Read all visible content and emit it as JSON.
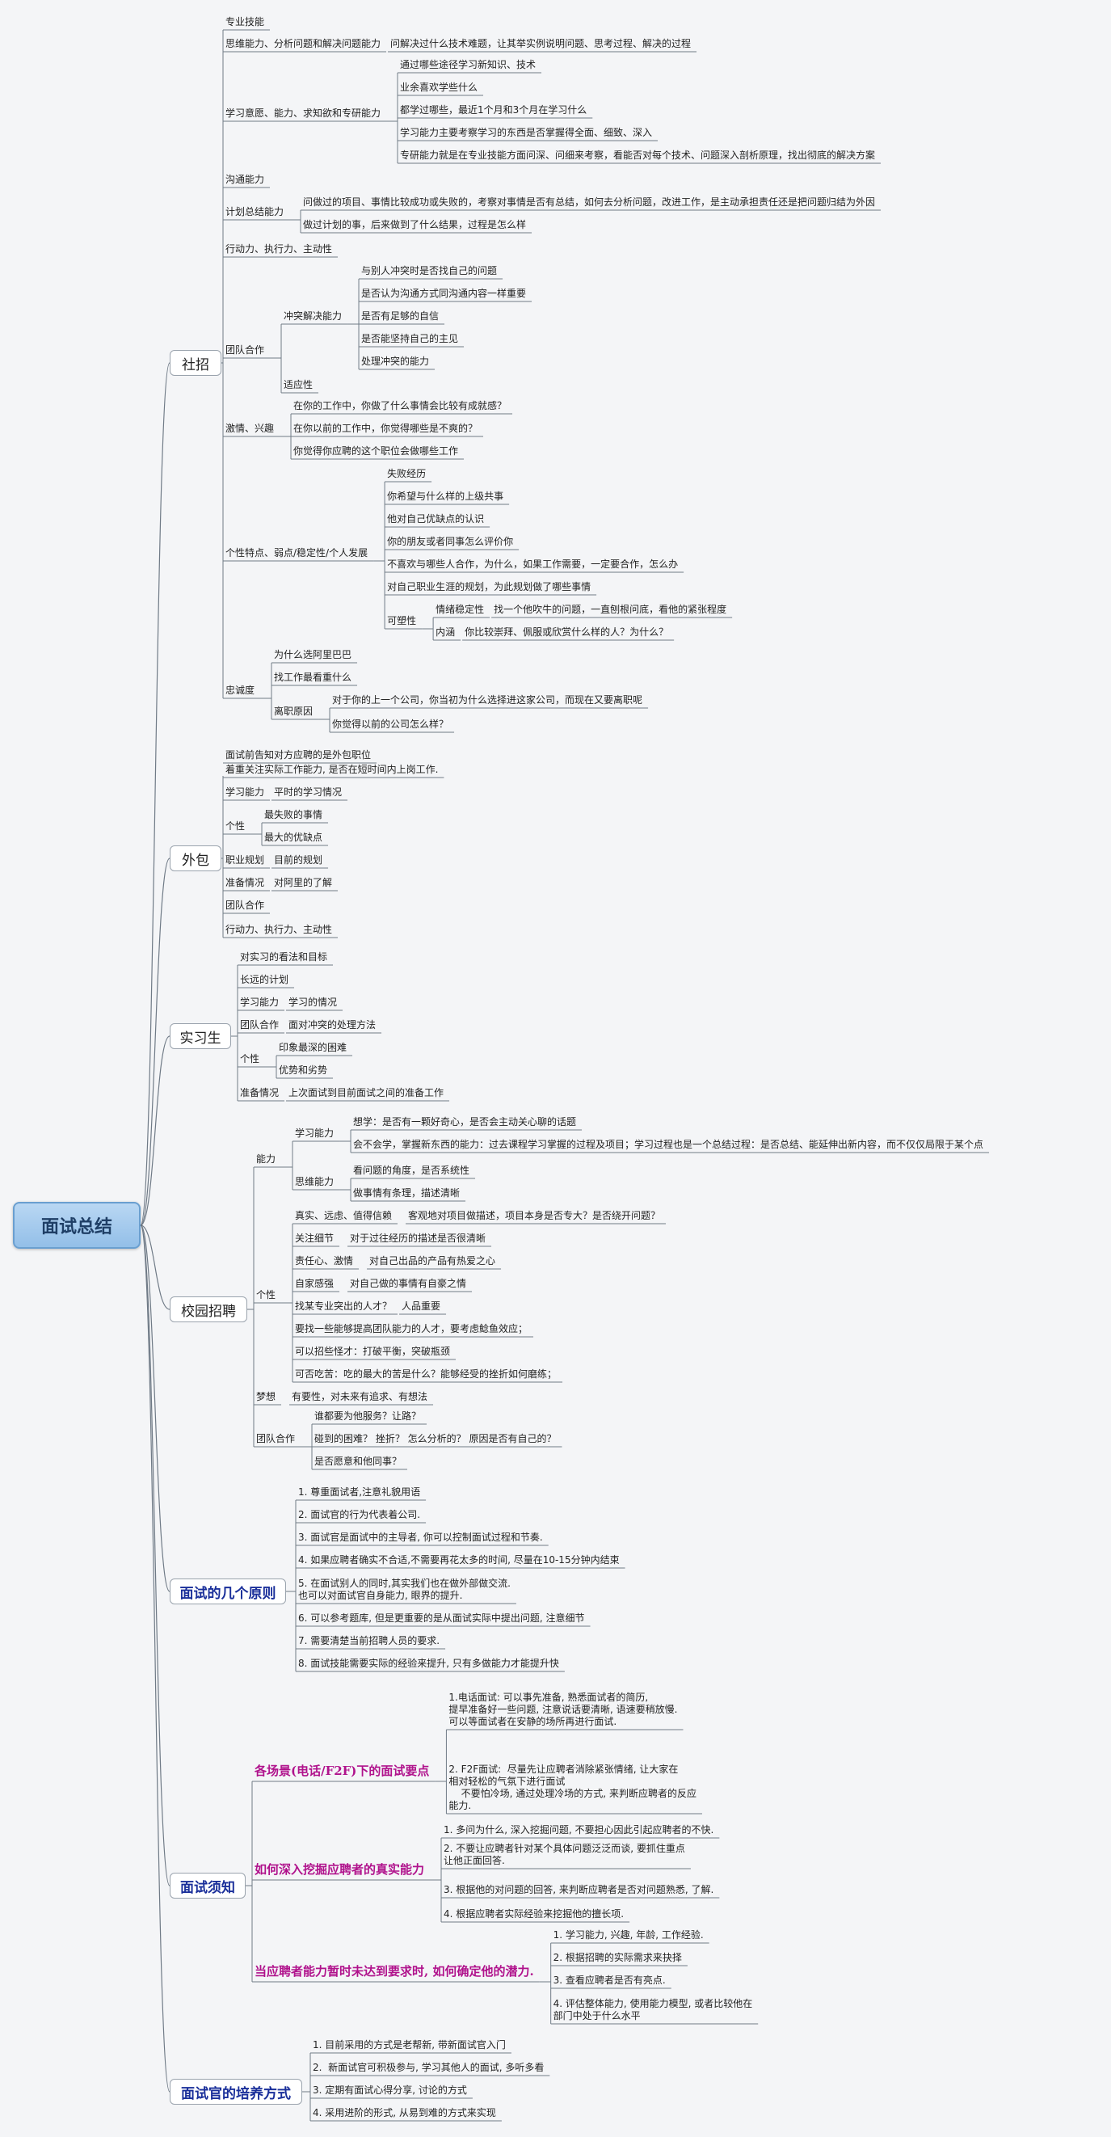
{
  "root": "面试总结",
  "branches": {
    "social": "社招",
    "outsource": "外包",
    "intern": "实习生",
    "campus": "校园招聘",
    "principles": "面试的几个原则",
    "notes": "面试须知",
    "training": "面试官的培养方式"
  },
  "social": {
    "tech": "专业技能",
    "thinking": "思维能力、分析问题和解决问题能力",
    "thinking_d": "问解决过什么技术难题，让其举实例说明问题、思考过程、解决的过程",
    "learning": "学习意愿、能力、求知欲和专研能力",
    "learning_items": [
      "通过哪些途径学习新知识、技术",
      "业余喜欢学些什么",
      "都学过哪些，最近1个月和3个月在学习什么",
      "学习能力主要考察学习的东西是否掌握得全面、细致、深入",
      "专研能力就是在专业技能方面问深、问细来考察，看能否对每个技术、问题深入剖析原理，找出彻底的解决方案"
    ],
    "comm": "沟通能力",
    "plan": "计划总结能力",
    "plan_items": [
      "问做过的项目、事情比较成功或失败的，考察对事情是否有总结，如何去分析问题，改进工作，是主动承担责任还是把问题归结为外因",
      "做过计划的事，后来做到了什么结果，过程是怎么样"
    ],
    "action": "行动力、执行力、主动性",
    "team": "团队合作",
    "conflict": "冲突解决能力",
    "conflict_items": [
      "与别人冲突时是否找自己的问题",
      "是否认为沟通方式同沟通内容一样重要",
      "是否有足够的自信",
      "是否能坚持自己的主见",
      "处理冲突的能力"
    ],
    "adapt": "适应性",
    "passion": "激情、兴趣",
    "passion_items": [
      "在你的工作中，你做了什么事情会比较有成就感？",
      "在你以前的工作中，你觉得哪些是不爽的？",
      "你觉得你应聘的这个职位会做哪些工作"
    ],
    "personality": "个性特点、弱点/稳定性/个人发展",
    "personality_items": [
      "失败经历",
      "你希望与什么样的上级共事",
      "他对自己优缺点的认识",
      "你的朋友或者同事怎么评价你",
      "不喜欢与哪些人合作，为什么，如果工作需要，一定要合作，怎么办",
      "对自己职业生涯的规划，为此规划做了哪些事情"
    ],
    "plastic": "可塑性",
    "emotion": "情绪稳定性",
    "emotion_d": "找一个他吹牛的问题，一直刨根问底，看他的紧张程度",
    "inner": "内涵",
    "inner_d": "你比较崇拜、佩服或欣赏什么样的人？为什么？",
    "loyalty": "忠诚度",
    "loyalty_items": [
      "为什么选阿里巴巴",
      "找工作最看重什么"
    ],
    "leave": "离职原因",
    "leave_items": [
      "对于你的上一个公司，你当初为什么选择进这家公司，而现在又要离职呢",
      "你觉得以前的公司怎么样？"
    ]
  },
  "outsource": {
    "intro1": "面试前告知对方应聘的是外包职位",
    "intro2": "着重关注实际工作能力, 是否在短时间内上岗工作.",
    "learning": "学习能力",
    "learning_d": "平时的学习情况",
    "personal": "个性",
    "personal_items": [
      "最失败的事情",
      "最大的优缺点"
    ],
    "career": "职业规划",
    "career_d": "目前的规划",
    "prep": "准备情况",
    "prep_d": "对阿里的了解",
    "team": "团队合作",
    "action": "行动力、执行力、主动性"
  },
  "intern": {
    "view": "对实习的看法和目标",
    "longplan": "长远的计划",
    "learning": "学习能力",
    "learning_d": "学习的情况",
    "team": "团队合作",
    "team_d": "面对冲突的处理方法",
    "personal": "个性",
    "personal_items": [
      "印象最深的困难",
      "优势和劣势"
    ],
    "prep": "准备情况",
    "prep_d": "上次面试到目前面试之间的准备工作"
  },
  "campus": {
    "ability": "能力",
    "learning": "学习能力",
    "learning_items": [
      "想学：是否有一颗好奇心，是否会主动关心聊的话题",
      "会不会学，掌握新东西的能力：过去课程学习掌握的过程及项目；学习过程也是一个总结过程：是否总结、能延伸出新内容，而不仅仅局限于某个点"
    ],
    "thinking": "思维能力",
    "thinking_items": [
      "看问题的角度，是否系统性",
      "做事情有条理，描述清晰"
    ],
    "personal": "个性",
    "real": "真实、远虑、值得信赖",
    "real_d": "客观地对项目做描述，项目本身是否专大？是否绕开问题？",
    "detail": "关注细节",
    "detail_d": "对于过往经历的描述是否很清晰",
    "resp": "责任心、激情",
    "resp_d": "对自己出品的产品有热爱之心",
    "self": "自家感强",
    "self_d": "对自己做的事情有自豪之情",
    "special": "找某专业突出的人才？",
    "special_d": "人品重要",
    "others": [
      "要找一些能够提高团队能力的人才，要考虑鲶鱼效应；",
      "可以招些怪才：打破平衡，突破瓶颈",
      "可否吃苦：吃的最大的苦是什么？能够经受的挫折如何磨练；"
    ],
    "dream": "梦想",
    "dream_d": "有要性，对未来有追求、有想法",
    "team": "团队合作",
    "team_items": [
      "谁都要为他服务？让路？",
      "碰到的困难？ 挫折？ 怎么分析的？ 原因是否有自己的？",
      "是否愿意和他同事？"
    ]
  },
  "principles": {
    "items": [
      "1. 尊重面试者,注意礼貌用语",
      "2. 面试官的行为代表着公司.",
      "3. 面试官是面试中的主导者, 你可以控制面试过程和节奏.",
      "4. 如果应聘者确实不合适,不需要再花太多的时间, 尽量在10-15分钟内结束",
      "5. 在面试别人的同时,其实我们也在做外部做交流.\n也可以对面试官自身能力, 眼界的提升.",
      "6. 可以参考题库, 但是更重要的是从面试实际中提出问题, 注意细节",
      "7. 需要清楚当前招聘人员的要求.",
      "8. 面试技能需要实际的经验来提升, 只有多做能力才能提升快"
    ]
  },
  "notes": {
    "scenario": "各场景(电话/F2F)下的面试要点",
    "scenario_items": [
      "1.电话面试: 可以事先准备, 熟悉面试者的简历,\n提早准备好一些问题, 注意说话要清晰, 语速要稍放慢.\n可以等面试者在安静的场所再进行面试.",
      "2. F2F面试:  尽量先让应聘者消除紧张情绪, 让大家在\n相对轻松的气氛下进行面试\n    不要怕冷场, 通过处理冷场的方式, 来判断应聘者的反应\n能力."
    ],
    "dig": "如何深入挖掘应聘者的真实能力",
    "dig_items": [
      "1. 多问为什么, 深入挖掘问题, 不要担心因此引起应聘者的不快.",
      "2. 不要让应聘者针对某个具体问题泛泛而谈, 要抓住重点\n让他正面回答.",
      "3. 根据他的对问题的回答, 来判断应聘者是否对问题熟悉, 了解.",
      "4. 根据应聘者实际经验来挖掘他的擅长项."
    ],
    "potential": "当应聘者能力暂时未达到要求时, 如何确定他的潜力.",
    "potential_items": [
      "1. 学习能力, 兴趣, 年龄, 工作经验.",
      "2. 根据招聘的实际需求来抉择",
      "3. 查看应聘者是否有亮点.",
      "4. 评估整体能力, 使用能力模型, 或者比较他在\n部门中处于什么水平"
    ]
  },
  "training": {
    "items": [
      "1. 目前采用的方式是老帮新, 带新面试官入门",
      "2.  新面试官可积极参与, 学习其他人的面试, 多听多看",
      "3. 定期有面试心得分享, 讨论的方式",
      "4. 采用进阶的形式, 从易到难的方式来实现"
    ]
  },
  "colors": {
    "line": "#6f7a86",
    "root_fill": "#a9cdef",
    "accent": "#1a2f9a",
    "magenta": "#b0128c"
  }
}
